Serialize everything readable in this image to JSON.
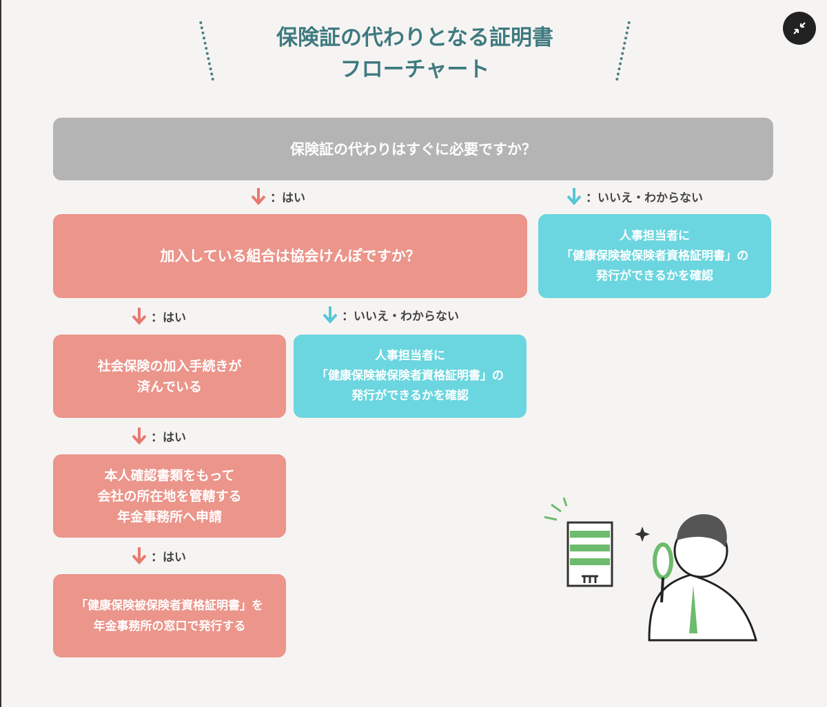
{
  "title": {
    "line1": "保険証の代わりとなる証明書",
    "line2": "フローチャート"
  },
  "q1": "保険証の代わりはすぐに必要ですか？",
  "labels": {
    "yes": "：はい",
    "no": "：いいえ・わからない"
  },
  "q2": "加入している組合は協会けんぽですか？",
  "hr_box": {
    "line1": "人事担当者に",
    "line2": "「健康保険被保険者資格証明書」の",
    "line3": "発行ができるかを確認"
  },
  "step1": {
    "line1": "社会保険の加入手続きが",
    "line2": "済んでいる"
  },
  "step2": {
    "line1": "本人確認書類をもって",
    "line2": "会社の所在地を管轄する",
    "line3": "年金事務所へ申請"
  },
  "step3": {
    "line1": "「健康保険被保険者資格証明書」を",
    "line2": "年金事務所の窓口で発行する"
  },
  "colors": {
    "title": "#3e7a80",
    "gray": "#b4b4b4",
    "red": "#eb958b",
    "cyan": "#6bd6df",
    "red_arrow": "#e8796f",
    "cyan_arrow": "#56c7d6"
  }
}
